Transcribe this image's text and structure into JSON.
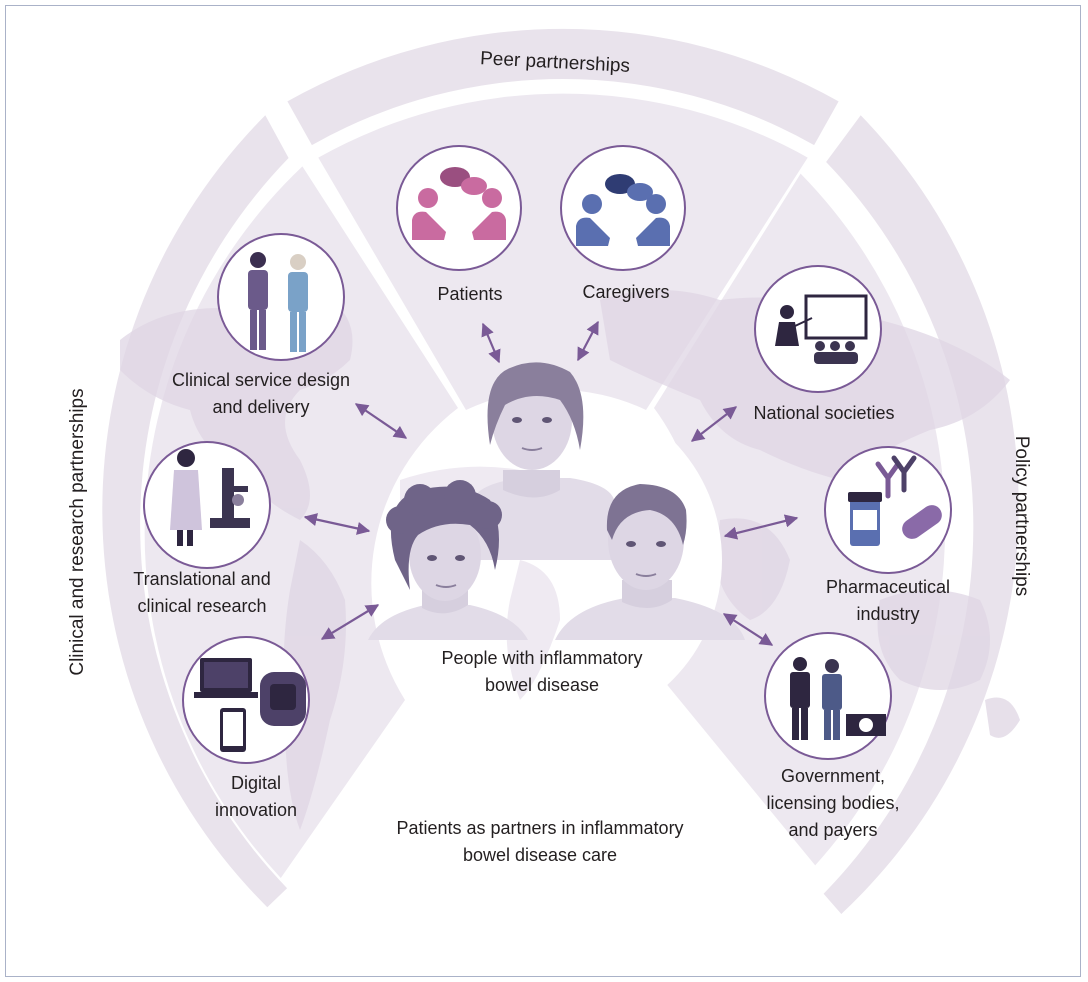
{
  "sectors": {
    "peer": "Peer partnerships",
    "clinical": "Clinical and research partnerships",
    "policy": "Policy partnerships"
  },
  "center": {
    "label_line1": "People with inflammatory",
    "label_line2": "bowel disease"
  },
  "caption": {
    "line1": "Patients as partners in inflammatory",
    "line2": "bowel disease care"
  },
  "stakeholders": {
    "patients": "Patients",
    "caregivers": "Caregivers",
    "clinical_service_line1": "Clinical service design",
    "clinical_service_line2": "and delivery",
    "translational_line1": "Translational and",
    "translational_line2": "clinical research",
    "digital_line1": "Digital",
    "digital_line2": "innovation",
    "national": "National societies",
    "pharma_line1": "Pharmaceutical",
    "pharma_line2": "industry",
    "government_line1": "Government,",
    "government_line2": "licensing bodies,",
    "government_line3": "and payers"
  },
  "colors": {
    "band": "#e9e3ec",
    "inner": "#ede8f0",
    "accent": "#7a5a96",
    "patients_pink": "#c96ba0",
    "caregivers_blue": "#5a6fb0",
    "face": "#8a7f9c"
  }
}
